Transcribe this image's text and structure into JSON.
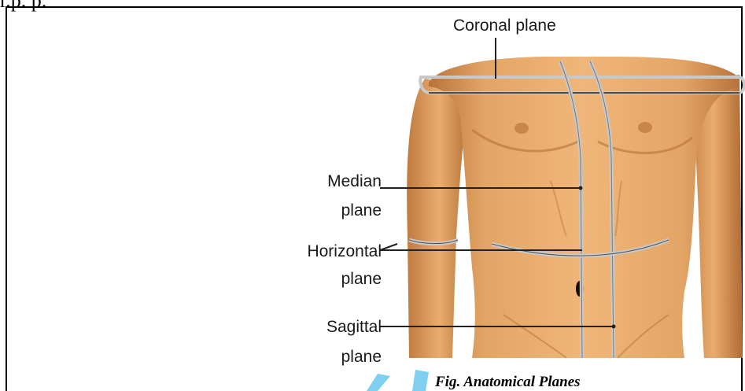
{
  "top_fragment": "r.p.   p.",
  "labels": {
    "coronal": "Coronal plane",
    "median_1": "Median",
    "median_2": "plane",
    "horizontal_1": "Horizontal",
    "horizontal_2": "plane",
    "sagittal_1": "Sagittal",
    "sagittal_2": "plane"
  },
  "caption": "Fig. Anatomical Planes",
  "colors": {
    "skin": "#e0a060",
    "skin_shadow": "#b8733a",
    "skin_highlight": "#f4c48c",
    "plane_line": "#c8c8c8",
    "accent_blue": "#7fd0f0"
  }
}
